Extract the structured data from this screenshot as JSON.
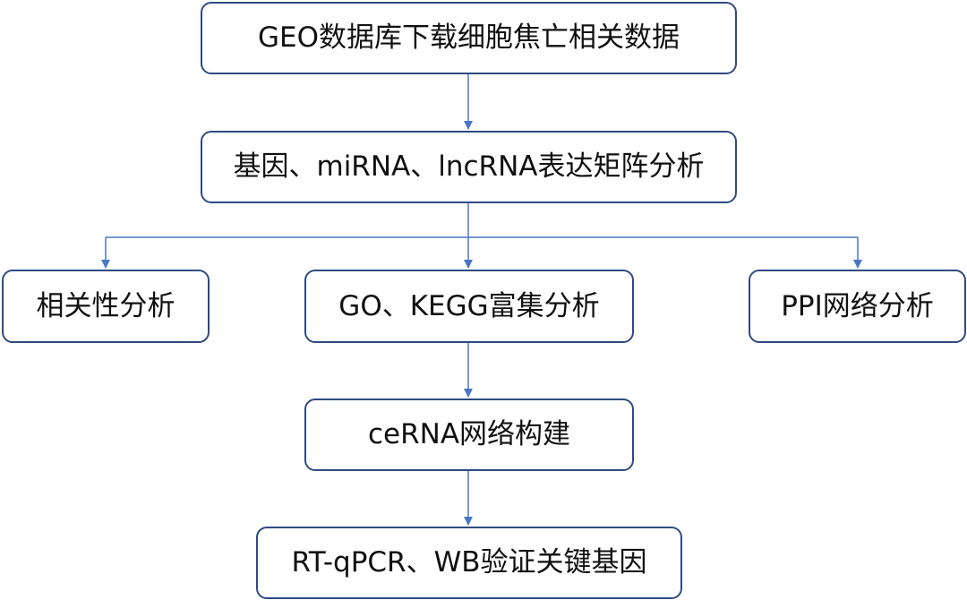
{
  "diagram": {
    "colors": {
      "box_border": "#2f4a80",
      "connector": "#4a77c4",
      "text": "#111111",
      "background": "#ffffff"
    },
    "nodes": [
      {
        "id": "geo-download",
        "label": "GEO数据库下载细胞焦亡相关数据"
      },
      {
        "id": "expression-analysis",
        "label": "基因、miRNA、lncRNA表达矩阵分析"
      },
      {
        "id": "correlation-analysis",
        "label": "相关性分析"
      },
      {
        "id": "enrichment-analysis",
        "label": "GO、KEGG富集分析"
      },
      {
        "id": "ppi-analysis",
        "label": "PPI网络分析"
      },
      {
        "id": "cerna-network",
        "label": "ceRNA网络构建"
      },
      {
        "id": "validation",
        "label": "RT-qPCR、WB验证关键基因"
      }
    ],
    "edges": [
      {
        "from": "geo-download",
        "to": "expression-analysis"
      },
      {
        "from": "expression-analysis",
        "to": "correlation-analysis"
      },
      {
        "from": "expression-analysis",
        "to": "enrichment-analysis"
      },
      {
        "from": "expression-analysis",
        "to": "ppi-analysis"
      },
      {
        "from": "enrichment-analysis",
        "to": "cerna-network"
      },
      {
        "from": "cerna-network",
        "to": "validation"
      }
    ]
  }
}
